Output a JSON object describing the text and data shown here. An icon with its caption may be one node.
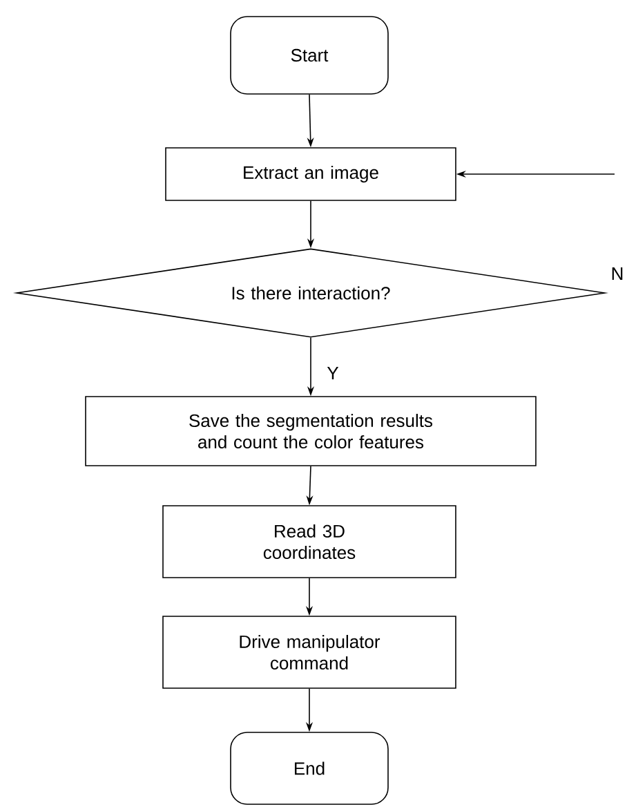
{
  "diagram": {
    "nodes": [
      {
        "text": [
          "Start"
        ]
      },
      {
        "text": [
          "Extract an image"
        ]
      },
      {
        "text": [
          "Is there interaction?"
        ]
      },
      {
        "text": [
          "Save the segmentation results and count the color features"
        ]
      },
      {
        "text": [
          "Read 3D coordinates"
        ]
      },
      {
        "text": [
          "Drive manipulator command"
        ]
      },
      {
        "text": [
          "End"
        ]
      }
    ],
    "edges": [
      {
        "from": 0,
        "to": 1,
        "arrow": "to"
      },
      {
        "from": 1,
        "to": 2,
        "arrow": "to"
      },
      {
        "from": 2,
        "to": 3,
        "arrow": "to",
        "label": "Y"
      },
      {
        "from": 3,
        "to": 4,
        "arrow": "to"
      },
      {
        "from": 4,
        "to": 5,
        "arrow": "to"
      },
      {
        "from": 5,
        "to": 6,
        "arrow": "to"
      },
      {
        "from": null,
        "to": 1,
        "arrow": "to"
      }
    ],
    "labels": [
      "N"
    ]
  }
}
